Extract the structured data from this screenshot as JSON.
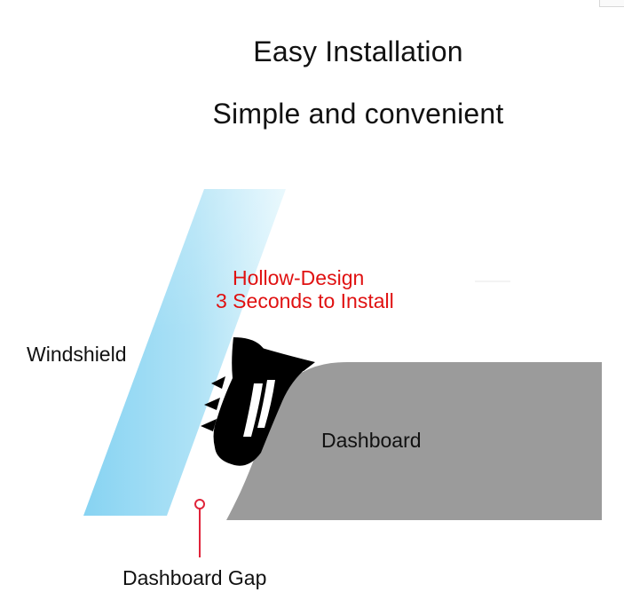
{
  "header": {
    "title": "Easy Installation",
    "subtitle": "Simple and convenient"
  },
  "labels": {
    "windshield": "Windshield",
    "dashboard": "Dashboard",
    "dashboard_gap": "Dashboard Gap"
  },
  "callout": {
    "line1": "Hollow-Design",
    "line2": "3 Seconds to Install"
  },
  "colors": {
    "windshield": "#9fdcf4",
    "dashboard": "#999999",
    "seal": "#000000",
    "callout": "#e01111",
    "gap_marker": "#e0243a"
  }
}
